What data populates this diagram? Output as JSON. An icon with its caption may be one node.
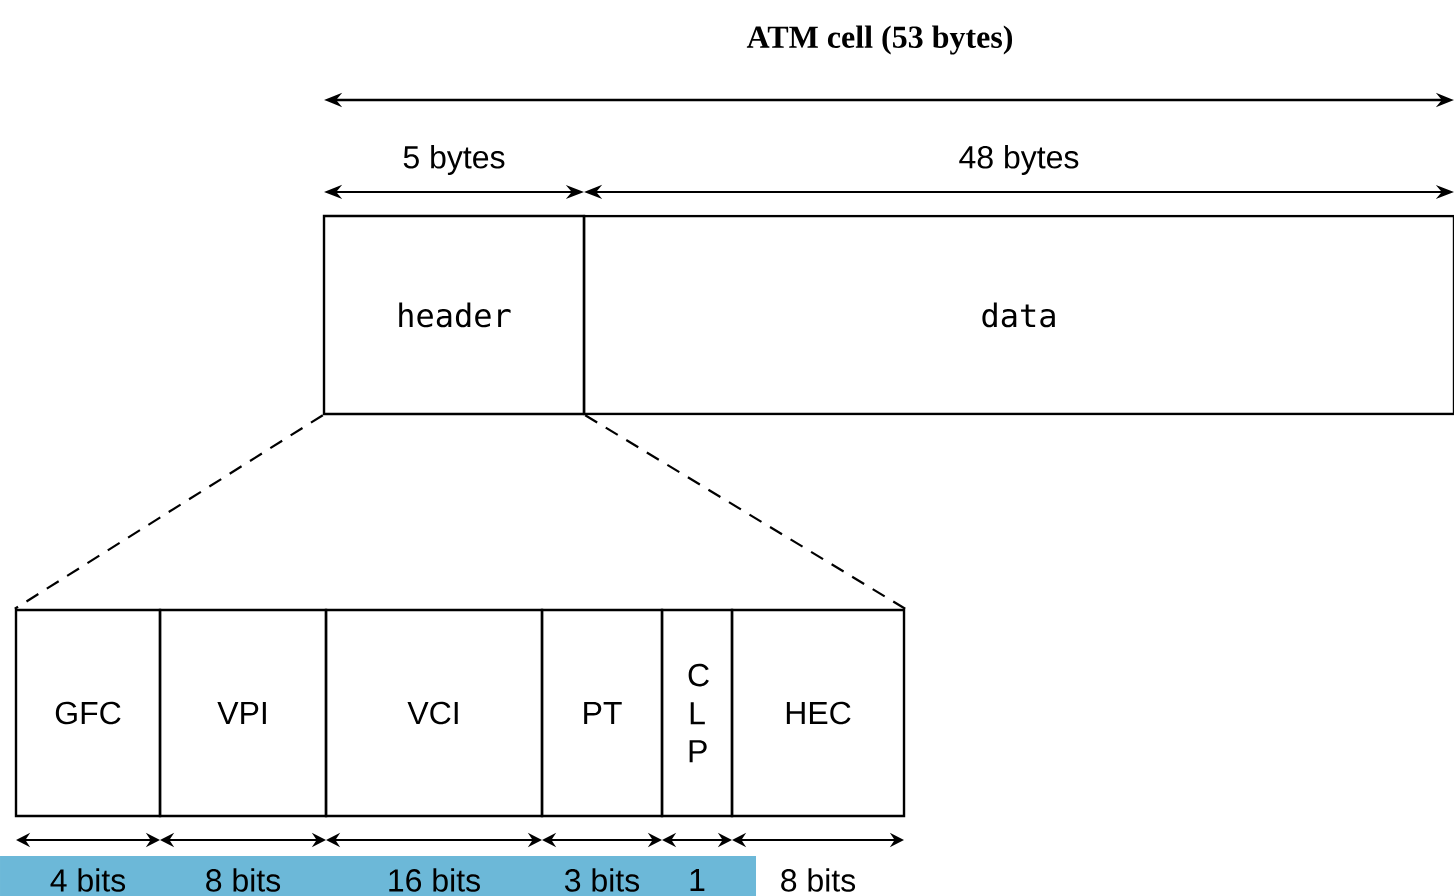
{
  "diagram": {
    "title": "ATM cell (53 bytes)",
    "nodes": [
      {
        "text": [
          "header"
        ]
      },
      {
        "text": [
          "data"
        ]
      },
      {
        "text": [
          "GFC"
        ]
      },
      {
        "text": [
          "VPI"
        ]
      },
      {
        "text": [
          "VCI"
        ]
      },
      {
        "text": [
          "PT"
        ]
      },
      {
        "text": [
          "C L P"
        ]
      },
      {
        "text": [
          "HEC"
        ]
      }
    ],
    "edges": [
      {
        "from": 0,
        "to": 2,
        "arrow": "none",
        "style": "dashed"
      },
      {
        "from": 0,
        "to": 7,
        "arrow": "none",
        "style": "dashed"
      }
    ],
    "labels": [
      "5 bytes",
      "48 bytes",
      "4 bits",
      "8 bits",
      "16 bits",
      "3 bits",
      "1",
      "8 bits"
    ]
  }
}
